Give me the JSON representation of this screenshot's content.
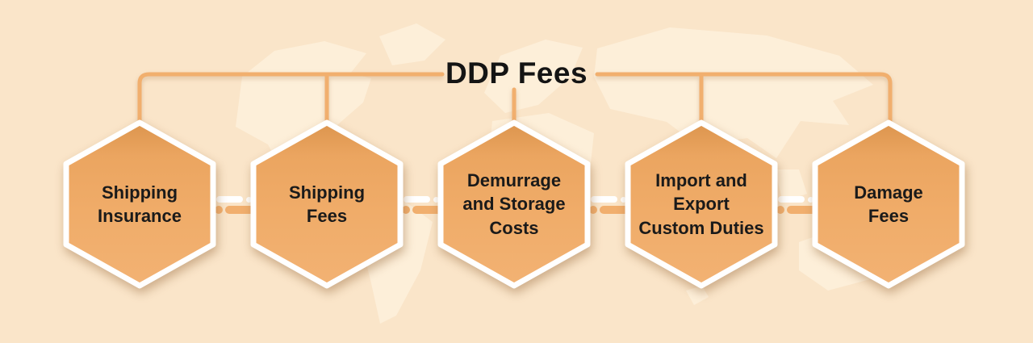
{
  "title": "DDP Fees",
  "hexagons": [
    {
      "label": [
        "Shipping",
        "Insurance"
      ]
    },
    {
      "label": [
        "Shipping",
        "Fees"
      ]
    },
    {
      "label": [
        "Demurrage",
        "and Storage",
        "Costs"
      ]
    },
    {
      "label": [
        "Import and",
        "Export",
        "Custom Duties"
      ]
    },
    {
      "label": [
        "Damage",
        "Fees"
      ]
    }
  ],
  "colors": {
    "background": "#FAE5C9",
    "map_watermark": "#FFF5E3",
    "hexagon_fill_top": "#DC954E",
    "hexagon_fill_middle": "#F0AC69",
    "hexagon_fill_bottom": "#F2B273",
    "hexagon_border": "#FFFFFF",
    "connector": "#F1AF6E",
    "title_text": "#141414",
    "label_text": "#1A1A1A"
  }
}
